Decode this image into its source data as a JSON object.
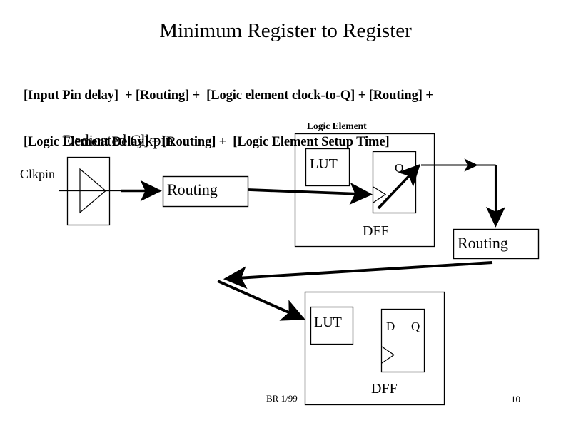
{
  "slide": {
    "title": "Minimum Register to Register",
    "formula_lines": [
      "[Input Pin delay]  + [Routing] +  [Logic element clock-to-Q] + [Routing] +",
      "[Logic Element Delay] + [Routing] +  [Logic Element Setup Time]"
    ],
    "background_color": "#ffffff",
    "ink_color": "#000000"
  },
  "diagram": {
    "labels": {
      "dedicated_clkpin": "Dedicated Clkpin",
      "clkpin": "Clkpin",
      "logic_element_top": "Logic Element",
      "routing_1": "Routing",
      "routing_2": "Routing",
      "lut_top": "LUT",
      "lut_bottom": "LUT",
      "q_top": "Q",
      "d_bottom": "D",
      "q_bottom": "Q",
      "dff_top": "DFF",
      "dff_bottom": "DFF"
    }
  },
  "footer": {
    "author": "BR 1/99",
    "page_number": "10"
  }
}
